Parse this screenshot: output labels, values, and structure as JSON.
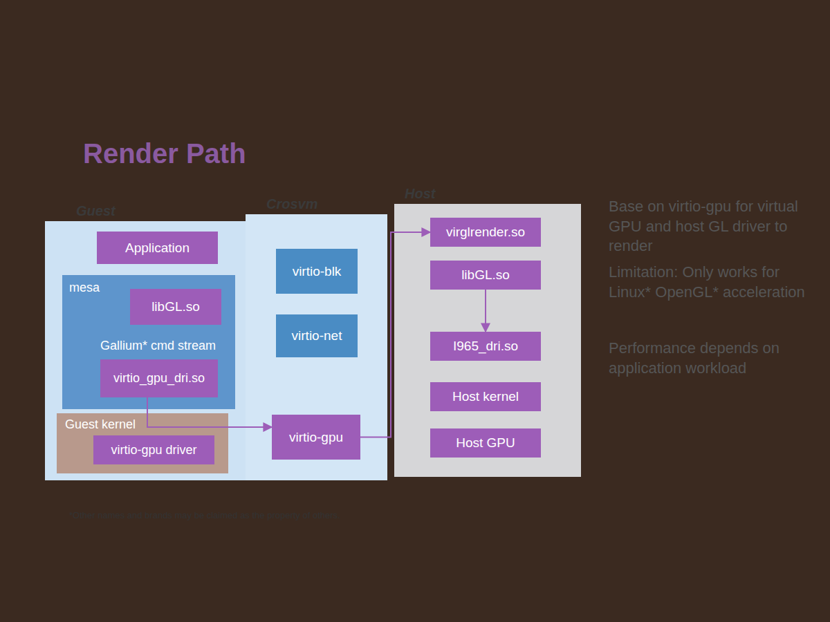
{
  "diagram": {
    "title": "Render Path",
    "nodes": [
      {
        "text": [
          "Guest"
        ]
      },
      {
        "text": [
          "Application"
        ],
        "in": 0
      },
      {
        "text": [
          "mesa",
          "Gallium* cmd stream"
        ],
        "in": 0
      },
      {
        "text": [
          "libGL.so"
        ],
        "in": 2
      },
      {
        "text": [
          "virtio_gpu_dri.so"
        ],
        "in": 2
      },
      {
        "text": [
          "Guest kernel"
        ],
        "in": 0
      },
      {
        "text": [
          "virtio-gpu driver"
        ],
        "in": 5
      },
      {
        "text": [
          "Crosvm"
        ]
      },
      {
        "text": [
          "virtio-blk"
        ],
        "in": 7
      },
      {
        "text": [
          "virtio-net"
        ],
        "in": 7
      },
      {
        "text": [
          "virtio-gpu"
        ],
        "in": 7
      },
      {
        "text": [
          "Host"
        ]
      },
      {
        "text": [
          "virglrender.so"
        ],
        "in": 11
      },
      {
        "text": [
          "libGL.so"
        ],
        "in": 11
      },
      {
        "text": [
          "I965_dri.so"
        ],
        "in": 11
      },
      {
        "text": [
          "Host kernel"
        ],
        "in": 11
      },
      {
        "text": [
          "Host GPU"
        ],
        "in": 11
      }
    ],
    "edges": [
      {
        "from": 4,
        "to": 10,
        "arrow": "to"
      },
      {
        "from": 10,
        "to": 12,
        "arrow": "to"
      },
      {
        "from": 13,
        "to": 14,
        "arrow": "to"
      }
    ],
    "labels": [
      "Base on virtio-gpu for virtual GPU and host GL driver to render",
      "Limitation: Only works for Linux* OpenGL* acceleration",
      "Performance depends on application workload",
      "*Other names and brands may be claimed as the property of others."
    ]
  }
}
